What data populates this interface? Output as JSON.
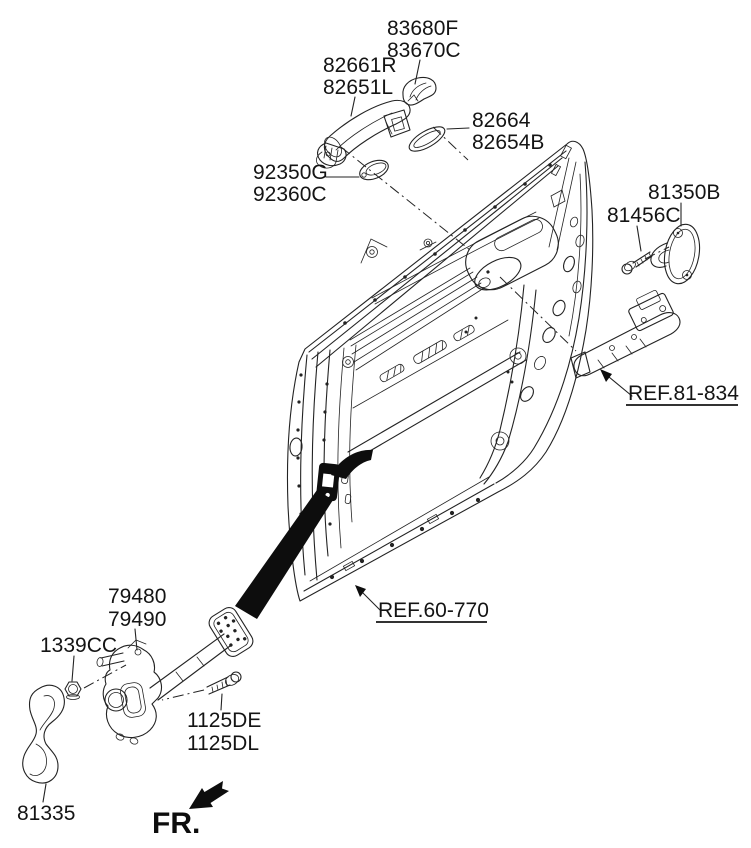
{
  "colors": {
    "background": "#ffffff",
    "line": "#232323",
    "text": "#141414",
    "solid_black": "#0d0d0d"
  },
  "labels": {
    "cover_l1": "83680F",
    "cover_l2": "83670C",
    "handle_l1": "82661R",
    "handle_l2": "82651L",
    "gasket_l1": "82664",
    "gasket_l2": "82654B",
    "bezel_l1": "92350G",
    "bezel_l2": "92360C",
    "striker": "81350B",
    "striker_screw": "81456C",
    "ref_latch": "REF.81-834",
    "ref_door": "REF.60-770",
    "checker_l1": "79480",
    "checker_l2": "79490",
    "nut": "1339CC",
    "bolt_l1": "1125DE",
    "bolt_l2": "1125DL",
    "grip": "81335",
    "front_marker": "FR."
  }
}
